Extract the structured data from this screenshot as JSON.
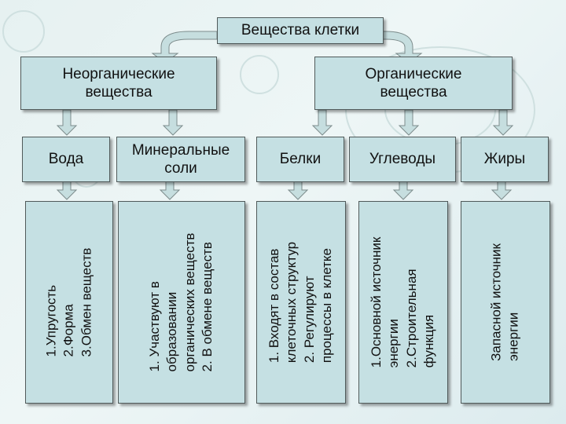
{
  "title": "Вещества клетки",
  "groups": {
    "inorganic": "Неорганические\nвещества",
    "organic": "Органические\nвещества"
  },
  "categories": {
    "water": "Вода",
    "minerals": "Минеральные\nсоли",
    "proteins": "Белки",
    "carbs": "Углеводы",
    "fats": "Жиры"
  },
  "functions": {
    "water": "1.Упругость\n2.Форма\n3.Обмен веществ",
    "minerals": "1. Участвуют в\nобразовании\nорганических веществ\n2. В обмене веществ",
    "proteins": "1. Входят в состав\nклеточных структур\n2. Регулируют\nпроцессы в клетке",
    "carbs": "1.Основной источник\nэнергии\n2.Строительная\nфункция",
    "fats": "Запасной источник\nэнергии"
  },
  "colors": {
    "box_fill": "#c5e0e3",
    "arrow_fill": "#c6dedf",
    "border": "#505a5a"
  }
}
